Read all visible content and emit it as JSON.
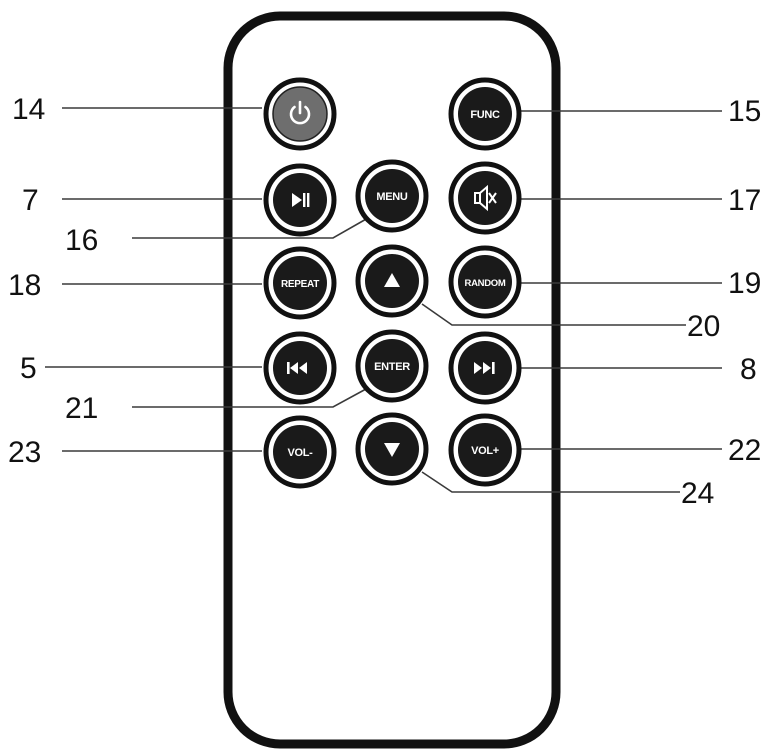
{
  "callouts": {
    "c14": "14",
    "c15": "15",
    "c7": "7",
    "c17": "17",
    "c16": "16",
    "c18": "18",
    "c19": "19",
    "c20": "20",
    "c5": "5",
    "c8": "8",
    "c21": "21",
    "c23": "23",
    "c22": "22",
    "c24": "24"
  },
  "buttons": {
    "func": "FUNC",
    "menu": "MENU",
    "repeat": "REPEAT",
    "random": "RANDOM",
    "enter": "ENTER",
    "vol_down": "VOL-",
    "vol_up": "VOL+"
  },
  "icons": {
    "power": "power-icon",
    "play_pause": "play-pause-icon",
    "mute": "mute-icon",
    "up": "arrow-up-icon",
    "down": "arrow-down-icon",
    "previous": "skip-previous-icon",
    "next": "skip-next-icon"
  },
  "colors": {
    "outline": "#111111",
    "button_fill": "#1a1a1a",
    "power_fill": "#6e6e6e",
    "leader": "#3a3a3a"
  }
}
